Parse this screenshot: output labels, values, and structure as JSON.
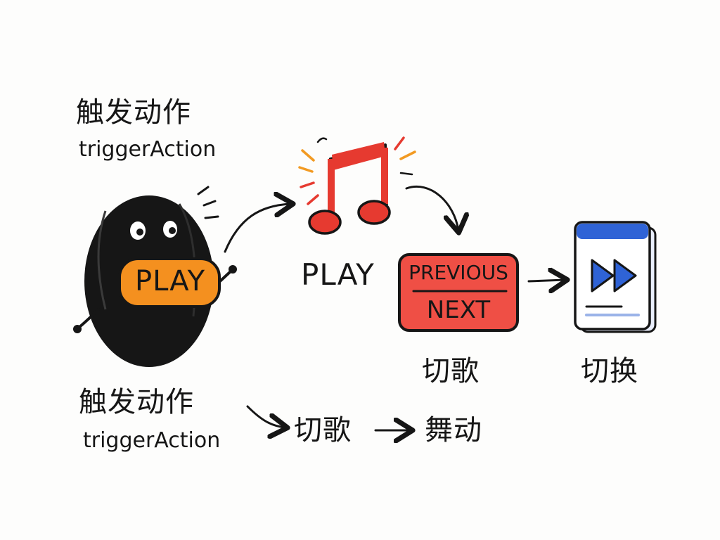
{
  "top_trigger": {
    "zh": "触发动作",
    "en": "triggerAction"
  },
  "mascot": {
    "button_label": "PLAY"
  },
  "music": {
    "caption": "PLAY"
  },
  "prev_next": {
    "top": "PREVIOUS",
    "bottom": "NEXT",
    "caption": "切歌"
  },
  "player_card": {
    "caption": "切换"
  },
  "bottom_flow": {
    "zh": "触发动作",
    "en": "triggerAction",
    "step1": "切歌",
    "step2": "舞动"
  },
  "colors": {
    "mascot_body": "#161616",
    "play_button": "#f4901f",
    "music_note": "#e63a30",
    "prev_next_box": "#ef4f45",
    "player_accent": "#2f63d6",
    "sparks_orange": "#f29a22"
  },
  "icons": [
    "music-note-icon",
    "fast-forward-icon"
  ]
}
